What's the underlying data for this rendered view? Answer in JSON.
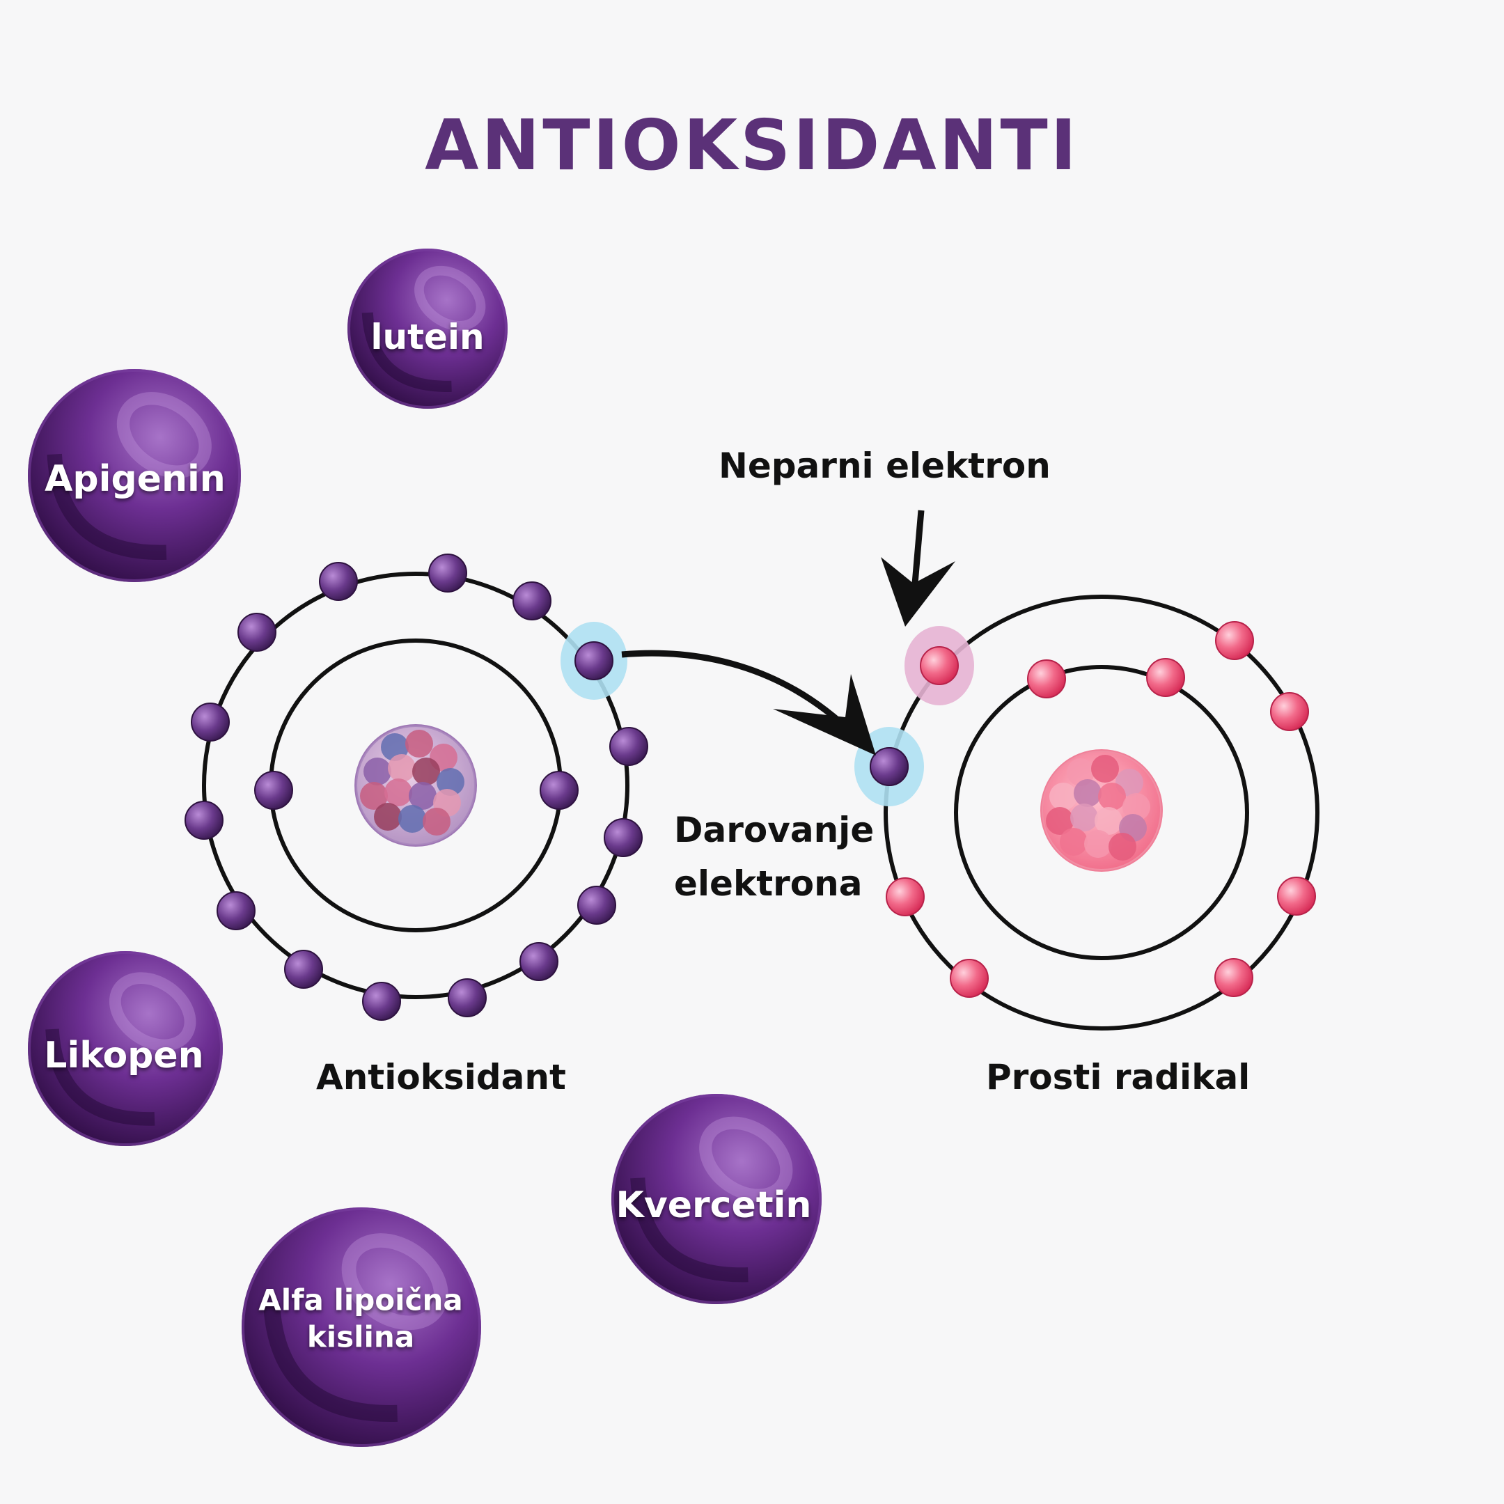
{
  "title": "ANTIOKSIDANTI",
  "colors": {
    "title": "#5b3178",
    "molecule_dark": "#3a1450",
    "molecule_light": "#8a4fb0",
    "antioxidant_electron": "#6a3a8c",
    "radical_electron": "#e8466a",
    "highlight_blue": "#aee0f2",
    "highlight_pink": "#e6b3d3",
    "orbit": "#111111"
  },
  "molecules": [
    {
      "name": "lutein",
      "label": "lutein"
    },
    {
      "name": "apigenin",
      "label": "Apigenin"
    },
    {
      "name": "likopen",
      "label": "Likopen"
    },
    {
      "name": "kvercetin",
      "label": "Kvercetin"
    },
    {
      "name": "alfa",
      "label_line1": "Alfa lipoična",
      "label_line2": "kislina"
    }
  ],
  "labels": {
    "unpaired": "Neparni elektron",
    "donation_line1": "Darovanje",
    "donation_line2": "elektrona",
    "antioxidant": "Antioksidant",
    "radical": "Prosti radikal"
  }
}
